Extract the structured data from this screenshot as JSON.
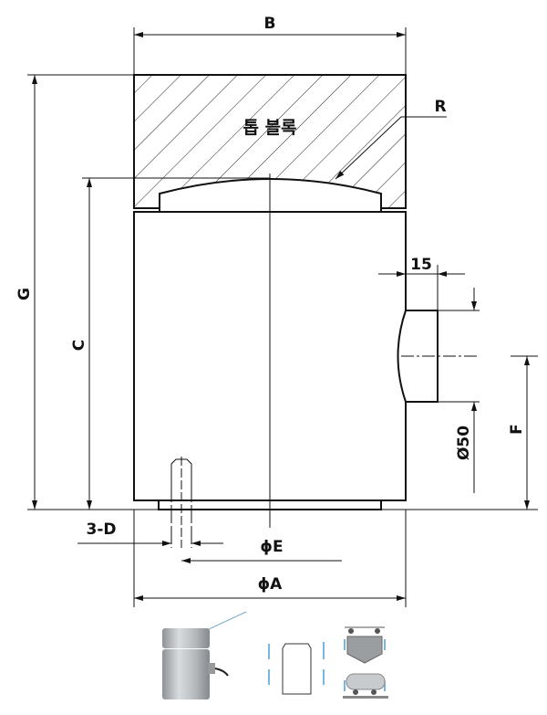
{
  "labels": {
    "B": "B",
    "R": "R",
    "top_block": "톱 블록",
    "G": "G",
    "C": "C",
    "dim_15": "15",
    "dia_50": "Ø50",
    "F": "F",
    "three_D": "3-D",
    "phi_E": "ϕE",
    "phi_A": "ϕA"
  },
  "colors": {
    "line": "#111111",
    "accent_arrow": "#4a9fd8",
    "steel": "#b8bcbf"
  }
}
